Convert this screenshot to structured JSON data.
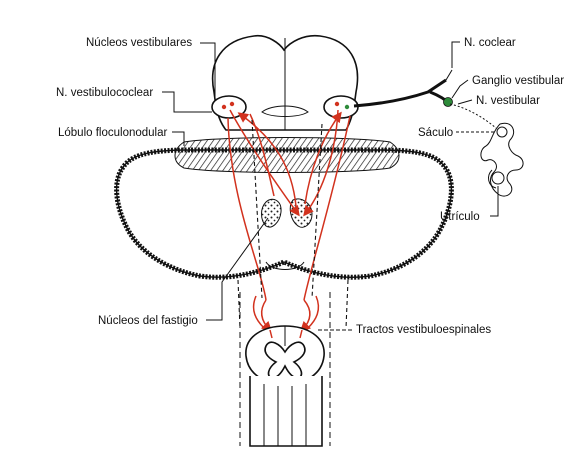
{
  "labels": {
    "nucleos_vestibulares": "Núcleos vestibulares",
    "n_vestibulococlear": "N. vestibulococlear",
    "lobulo_floculonodular": "Lóbulo floculonodular",
    "nucleos_fastigio": "Núcleos del fastigio",
    "n_coclear": "N. coclear",
    "ganglio_vestibular": "Ganglio vestibular",
    "n_vestibular": "N. vestibular",
    "saculo": "Sáculo",
    "utriculo": "Utrículo",
    "tractos_vestibuloespinales": "Tractos vestibuloespinales"
  },
  "colors": {
    "pathway": "#d2321e",
    "ganglion": "#2e8b3a",
    "outline": "#111111"
  }
}
